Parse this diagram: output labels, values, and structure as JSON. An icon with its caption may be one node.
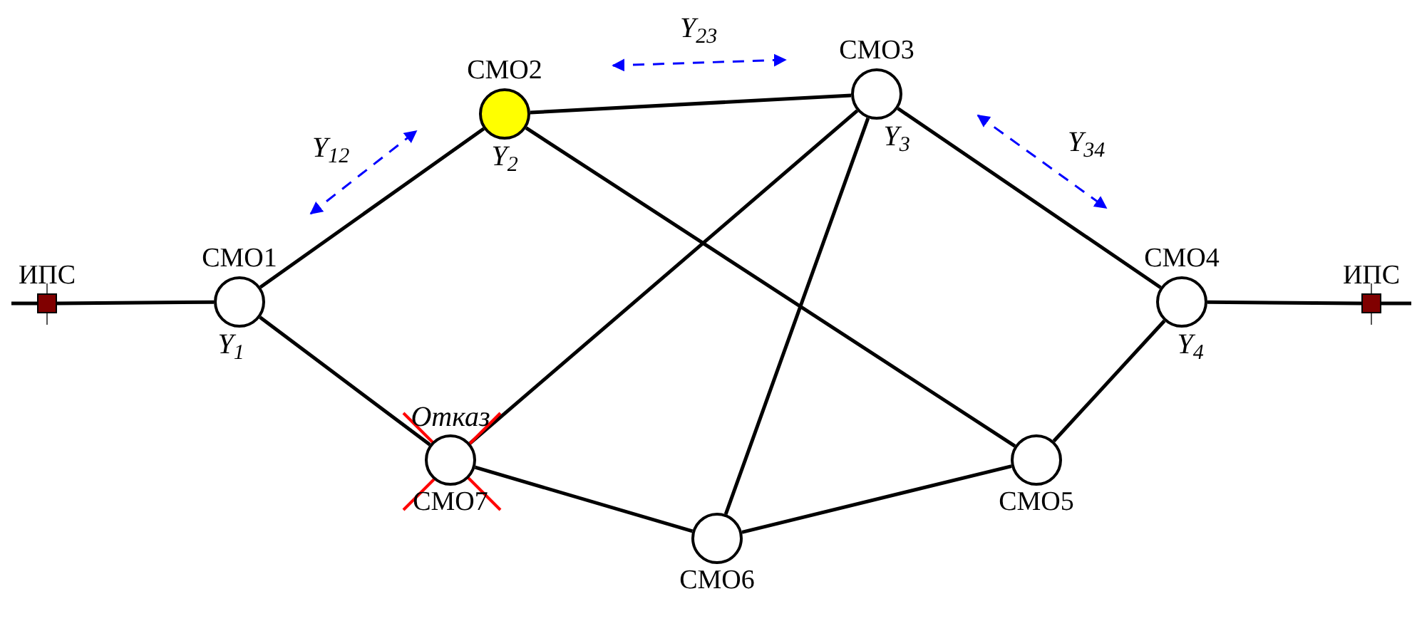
{
  "diagram": {
    "nodes": [
      {
        "text": [
          "ИПС"
        ]
      },
      {
        "text": [
          "СМО1"
        ],
        "beside": [
          "Y$_{1}$"
        ]
      },
      {
        "text": [
          "СМО2"
        ],
        "beside": [
          "Y$_{2}$"
        ]
      },
      {
        "text": [
          "СМО3"
        ],
        "beside": [
          "Y$_{3}$"
        ]
      },
      {
        "text": [
          "СМО4"
        ],
        "beside": [
          "Y$_{4}$"
        ]
      },
      {
        "text": [
          "СМО5"
        ]
      },
      {
        "text": [
          "СМО6"
        ]
      },
      {
        "text": [
          "СМО7"
        ],
        "beside": [
          "Отказ"
        ]
      },
      {
        "text": [
          "ИПС"
        ]
      }
    ],
    "edges": [
      {
        "from": 0,
        "to": 1,
        "arrow": "none"
      },
      {
        "from": 1,
        "to": 2,
        "arrow": "none"
      },
      {
        "from": 1,
        "to": 7,
        "arrow": "none"
      },
      {
        "from": 2,
        "to": 3,
        "arrow": "none"
      },
      {
        "from": 2,
        "to": 5,
        "arrow": "none"
      },
      {
        "from": 3,
        "to": 7,
        "arrow": "none"
      },
      {
        "from": 3,
        "to": 6,
        "arrow": "none"
      },
      {
        "from": 3,
        "to": 4,
        "arrow": "none"
      },
      {
        "from": 4,
        "to": 5,
        "arrow": "none"
      },
      {
        "from": 5,
        "to": 6,
        "arrow": "none"
      },
      {
        "from": 6,
        "to": 7,
        "arrow": "none"
      },
      {
        "from": 4,
        "to": 8,
        "arrow": "none"
      }
    ],
    "labels": [
      "Y$_{23}$",
      "Y$_{12}$",
      "Y$_{34}$"
    ]
  }
}
